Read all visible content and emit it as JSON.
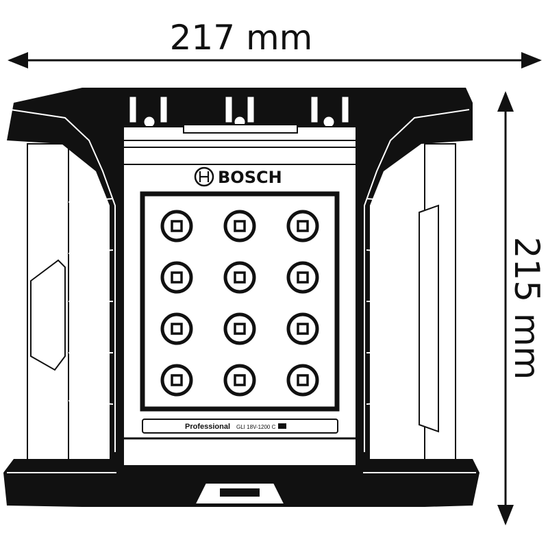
{
  "dimensions": {
    "width_label": "217 mm",
    "height_label": "215 mm"
  },
  "product": {
    "brand": "BOSCH",
    "line": "Professional",
    "model": "GLI 18V-1200 C",
    "led_rows": 4,
    "led_cols": 3
  }
}
